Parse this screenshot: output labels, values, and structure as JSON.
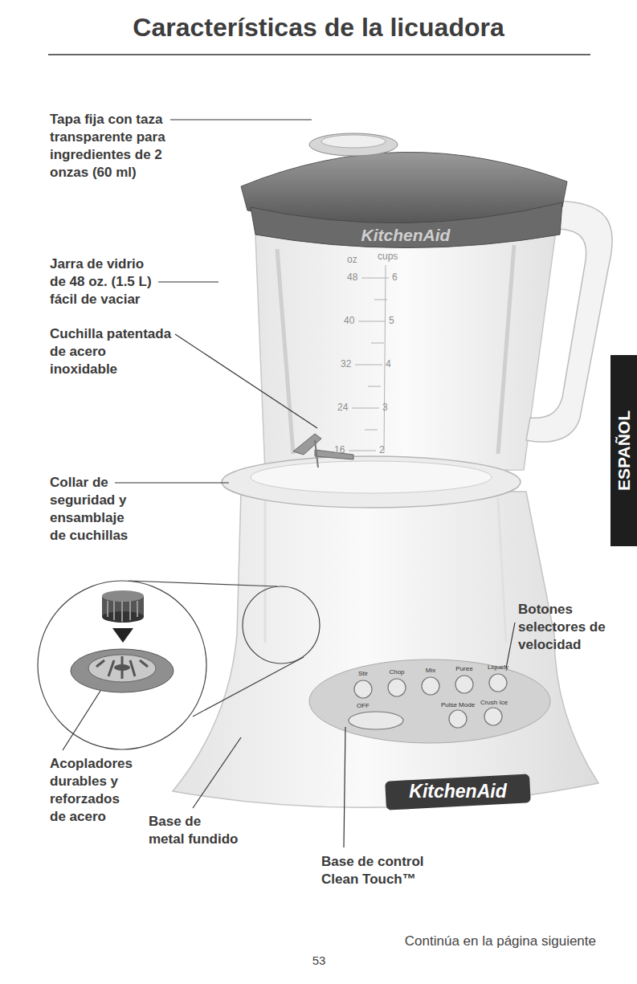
{
  "diagram": {
    "title": "Características de la licuadora",
    "nodes": [
      {
        "text": [
          "ESPAÑOL"
        ]
      }
    ],
    "labels": [
      "Tapa fija con taza transparente para ingredientes de 2 onzas (60 ml)",
      "KitchenAid",
      "oz",
      "cups",
      "48",
      "6",
      "40",
      "5",
      "32",
      "4",
      "24",
      "3",
      "16",
      "2",
      "Jarra de vidrio de 48 oz. (1.5 L) fácil de vaciar",
      "Cuchilla patentada de acero inoxidable",
      "Collar de seguridad y ensamblaje de cuchillas",
      "Botones selectores de velocidad",
      "Stir",
      "Chop",
      "Mix",
      "Puree",
      "Liquefy",
      "OFF",
      "Pulse Mode",
      "Crush Ice",
      "Acopladores durables y reforzados de acero",
      "Base de metal fundido",
      "KitchenAid",
      "Base de control Clean Touch™",
      "Continúa en la página siguiente",
      "53"
    ]
  }
}
